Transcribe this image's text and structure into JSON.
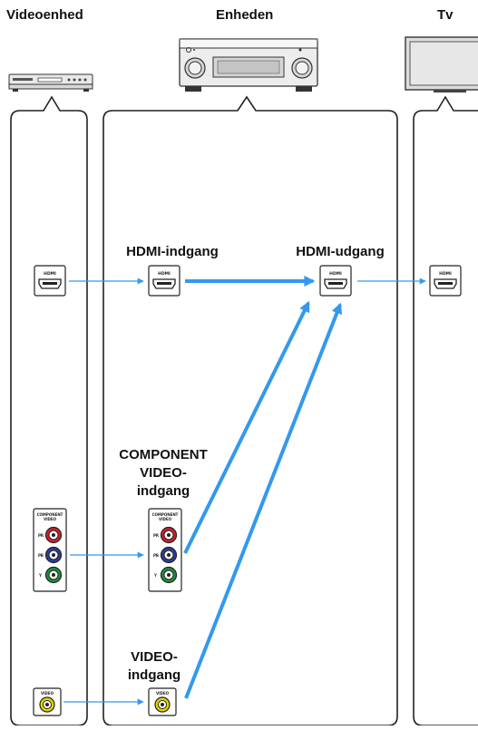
{
  "columns": {
    "source": "Videoenhed",
    "unit": "Enheden",
    "tv": "Tv"
  },
  "labels": {
    "hdmi_in": "HDMI-indgang",
    "hdmi_out": "HDMI-udgang",
    "component_l1": "COMPONENT",
    "component_l2": "VIDEO-",
    "component_l3": "indgang",
    "video_l1": "VIDEO-",
    "video_l2": "indgang"
  },
  "ports": {
    "hdmi": "HDMI",
    "component_l1": "COMPONENT",
    "component_l2": "VIDEO",
    "pr": "PR",
    "pb": "PB",
    "y": "Y",
    "video": "VIDEO"
  },
  "colors": {
    "arrow": "#3399ee",
    "jack_red": "#d21f2b",
    "jack_blue": "#2b3d9c",
    "jack_green": "#1f8f3a",
    "jack_yellow": "#e6d200"
  }
}
